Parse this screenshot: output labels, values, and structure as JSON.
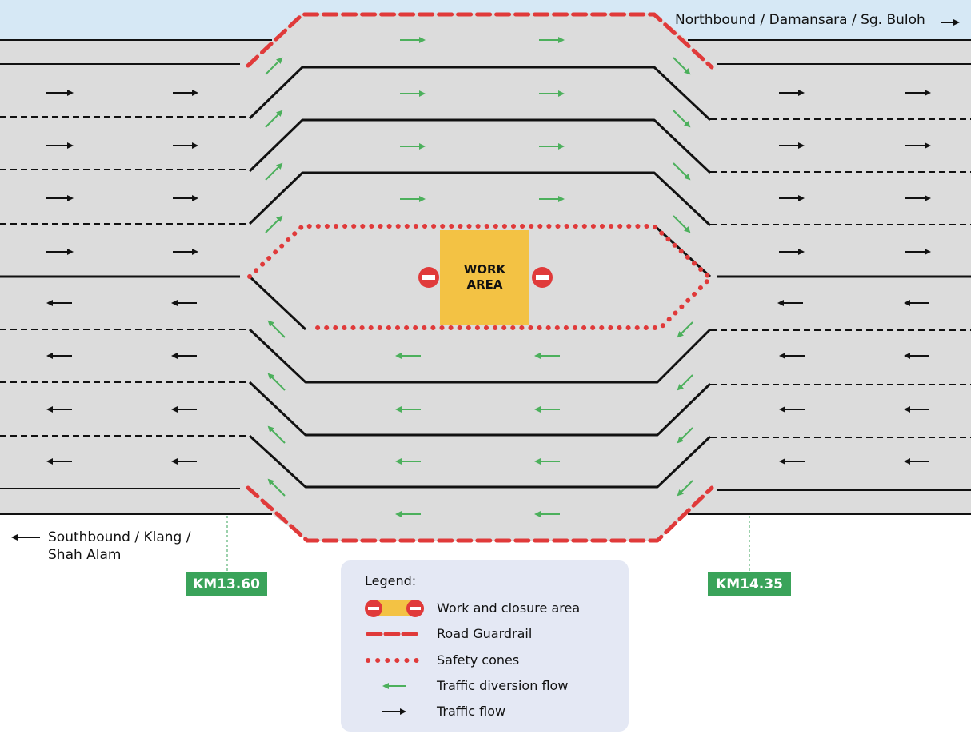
{
  "directions": {
    "northbound": "Northbound / Damansara / Sg. Buloh",
    "southbound_line1": "Southbound / Klang /",
    "southbound_line2": "Shah Alam"
  },
  "markers": {
    "start_km": "KM13.60",
    "end_km": "KM14.35"
  },
  "work_area": {
    "line1": "WORK",
    "line2": "AREA"
  },
  "legend": {
    "title": "Legend:",
    "items": [
      {
        "label": "Work and closure area",
        "icon": "work-closure-icon"
      },
      {
        "label": "Road Guardrail",
        "icon": "guardrail-icon"
      },
      {
        "label": "Safety cones",
        "icon": "safety-cones-icon"
      },
      {
        "label": "Traffic diversion flow",
        "icon": "diversion-arrow-icon"
      },
      {
        "label": "Traffic flow",
        "icon": "traffic-arrow-icon"
      }
    ]
  },
  "colors": {
    "road": "#dcdcdc",
    "sky": "#d6e8f5",
    "guardrail": "#e03a3a",
    "work_area": "#f3c244",
    "diversion": "#4cb05c",
    "km_marker": "#3aa35a",
    "legend_bg": "#e4e8f4"
  }
}
